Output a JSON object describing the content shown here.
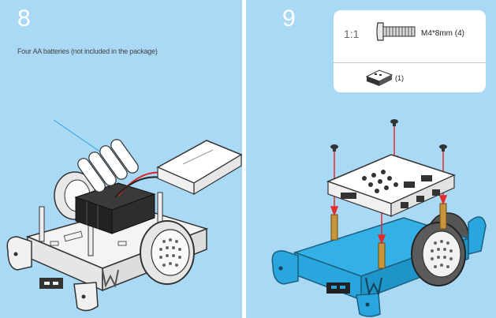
{
  "steps": [
    {
      "number": "8",
      "note": "Four AA batteries (not included in the package)"
    },
    {
      "number": "9",
      "parts": {
        "ratio": "1:1",
        "screw": "M4*8mm (4)",
        "board": "(1)"
      }
    }
  ],
  "colors": {
    "panel_background": "#a9d9f5",
    "robot_chassis": "#2aa6df",
    "standoff": "#c8953a",
    "arrow": "#e32b2b",
    "pointer_line": "#2aa6df"
  },
  "icons": {
    "robot_left": "mbot-chassis-with-battery-holder",
    "robot_right": "mbot-chassis-with-controller-board",
    "screw": "screw-m4-icon",
    "board": "controller-board-icon"
  }
}
